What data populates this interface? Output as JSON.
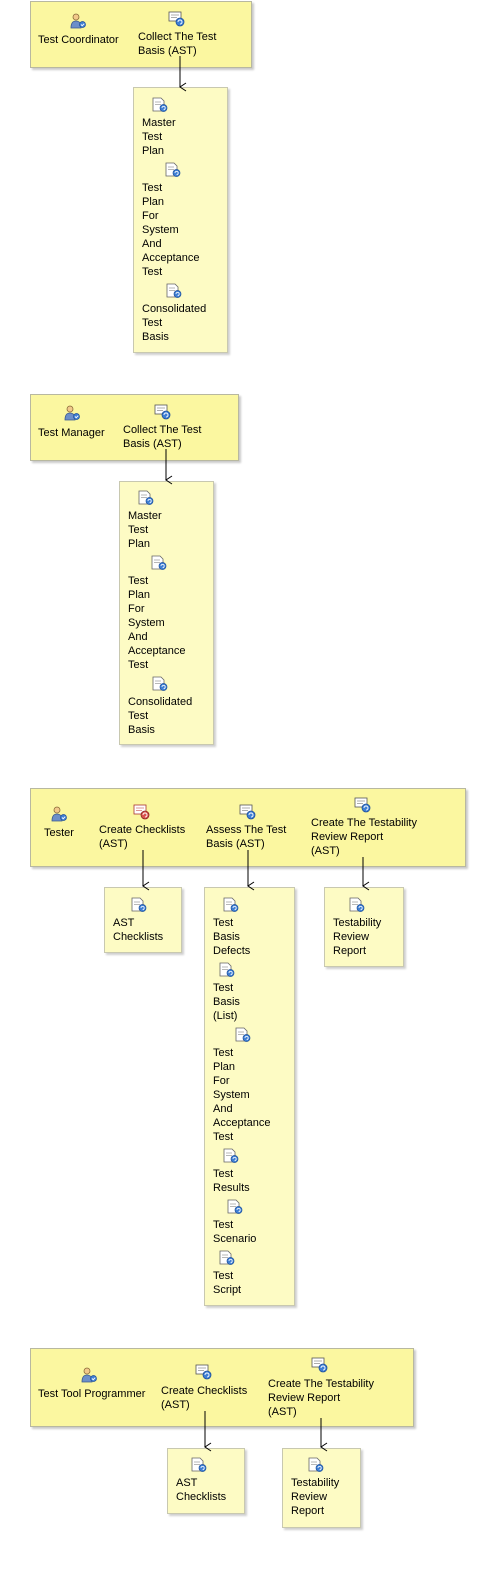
{
  "diagrams": [
    {
      "role": "Test Coordinator",
      "tasks": [
        {
          "label": [
            "Collect The Test",
            "Basis (AST)"
          ],
          "outputs": [
            "Master Test Plan",
            "Test Plan For System And Acceptance Test",
            "Consolidated Test Basis"
          ]
        }
      ]
    },
    {
      "role": "Test Manager",
      "tasks": [
        {
          "label": [
            "Collect The Test",
            "Basis (AST)"
          ],
          "outputs": [
            "Master Test Plan",
            "Test Plan For System And Acceptance Test",
            "Consolidated Test Basis"
          ]
        }
      ]
    },
    {
      "role": "Tester",
      "tasks": [
        {
          "label": [
            "Create Checklists",
            "(AST)"
          ],
          "outputs": [
            "AST Checklists"
          ]
        },
        {
          "label": [
            "Assess The Test",
            "Basis (AST)"
          ],
          "outputs": [
            "Test Basis Defects",
            "Test Basis (List)",
            "Test Plan For System And Acceptance Test",
            "Test Results",
            "Test Scenario",
            "Test Script"
          ]
        },
        {
          "label": [
            "Create The Testability",
            "Review Report",
            "(AST)"
          ],
          "outputs": [
            "Testability Review Report"
          ]
        }
      ]
    },
    {
      "role": "Test Tool Programmer",
      "tasks": [
        {
          "label": [
            "Create Checklists",
            "(AST)"
          ],
          "outputs": [
            "AST Checklists"
          ]
        },
        {
          "label": [
            "Create The Testability",
            "Review Report",
            "(AST)"
          ],
          "outputs": [
            "Testability Review Report"
          ]
        }
      ]
    }
  ],
  "icons": {
    "role": "role-icon",
    "task": "task-icon",
    "task_alt": "task-checklist-icon",
    "artifact": "artifact-icon"
  }
}
